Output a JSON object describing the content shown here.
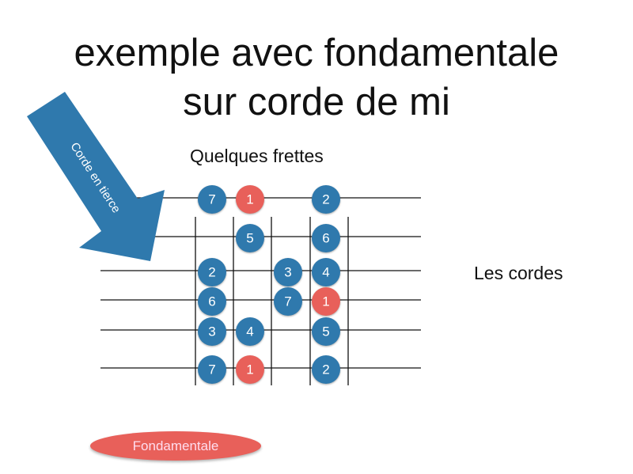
{
  "title": {
    "line1": "exemple avec fondamentale",
    "line2": "sur corde de mi"
  },
  "labels": {
    "frets": "Quelques frettes",
    "strings": "Les cordes",
    "arrow": "Corde en tierce"
  },
  "legend": {
    "root_label": "Fondamentale"
  },
  "colors": {
    "note": "#2f79ad",
    "root": "#e8605a",
    "arrow": "#2f79ad"
  },
  "notes": [
    {
      "label": "7",
      "string": 0,
      "slot": 0,
      "root": false
    },
    {
      "label": "1",
      "string": 0,
      "slot": 1,
      "root": true
    },
    {
      "label": "2",
      "string": 0,
      "slot": 3,
      "root": false
    },
    {
      "label": "5",
      "string": 1,
      "slot": 1,
      "root": false
    },
    {
      "label": "6",
      "string": 1,
      "slot": 3,
      "root": false
    },
    {
      "label": "2",
      "string": 2,
      "slot": 0,
      "root": false
    },
    {
      "label": "3",
      "string": 2,
      "slot": 2,
      "root": false
    },
    {
      "label": "4",
      "string": 2,
      "slot": 3,
      "root": false
    },
    {
      "label": "6",
      "string": 3,
      "slot": 0,
      "root": false
    },
    {
      "label": "7",
      "string": 3,
      "slot": 2,
      "root": false
    },
    {
      "label": "1",
      "string": 3,
      "slot": 3,
      "root": true
    },
    {
      "label": "3",
      "string": 4,
      "slot": 0,
      "root": false
    },
    {
      "label": "4",
      "string": 4,
      "slot": 1,
      "root": false
    },
    {
      "label": "5",
      "string": 4,
      "slot": 3,
      "root": false
    },
    {
      "label": "7",
      "string": 5,
      "slot": 0,
      "root": false
    },
    {
      "label": "1",
      "string": 5,
      "slot": 1,
      "root": true
    },
    {
      "label": "2",
      "string": 5,
      "slot": 3,
      "root": false
    }
  ]
}
